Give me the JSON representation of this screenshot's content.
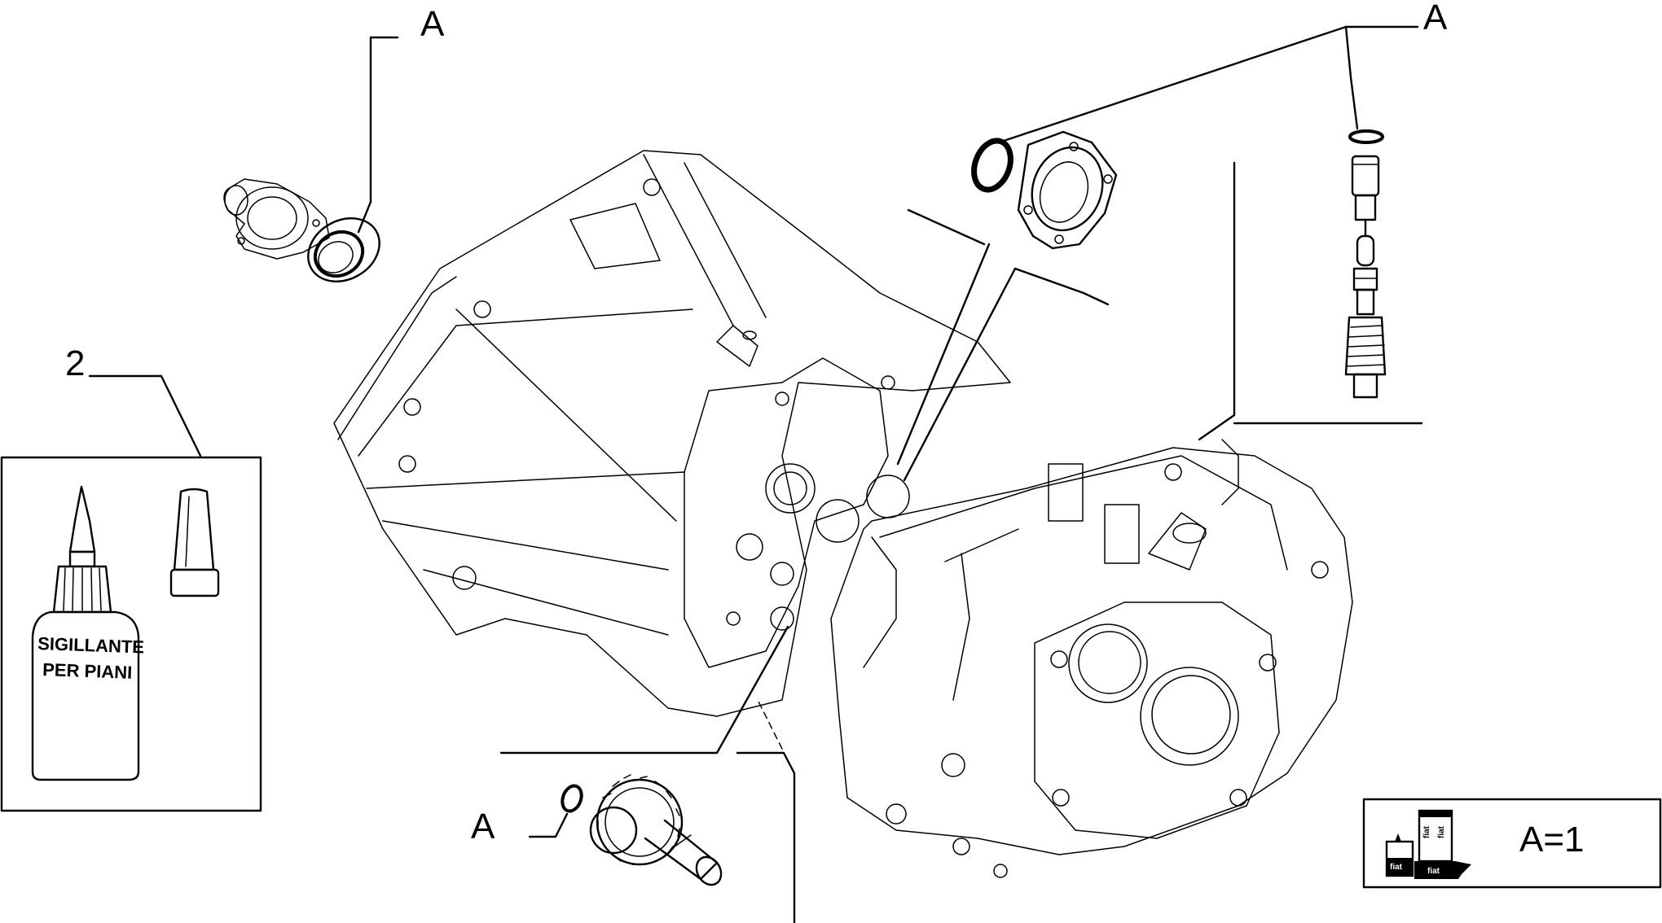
{
  "callouts": {
    "a_top_left": "A",
    "a_top_right": "A",
    "a_bottom": "A",
    "item_2": "2"
  },
  "bottle_label": {
    "line1": "SIGILLANTE",
    "line2": "PER PIANI"
  },
  "legend": {
    "text": "A=1",
    "icon_labels": [
      "fiat",
      "fiat",
      "fiat",
      "fiat"
    ]
  },
  "colors": {
    "line": "#000000",
    "background": "#ffffff"
  }
}
